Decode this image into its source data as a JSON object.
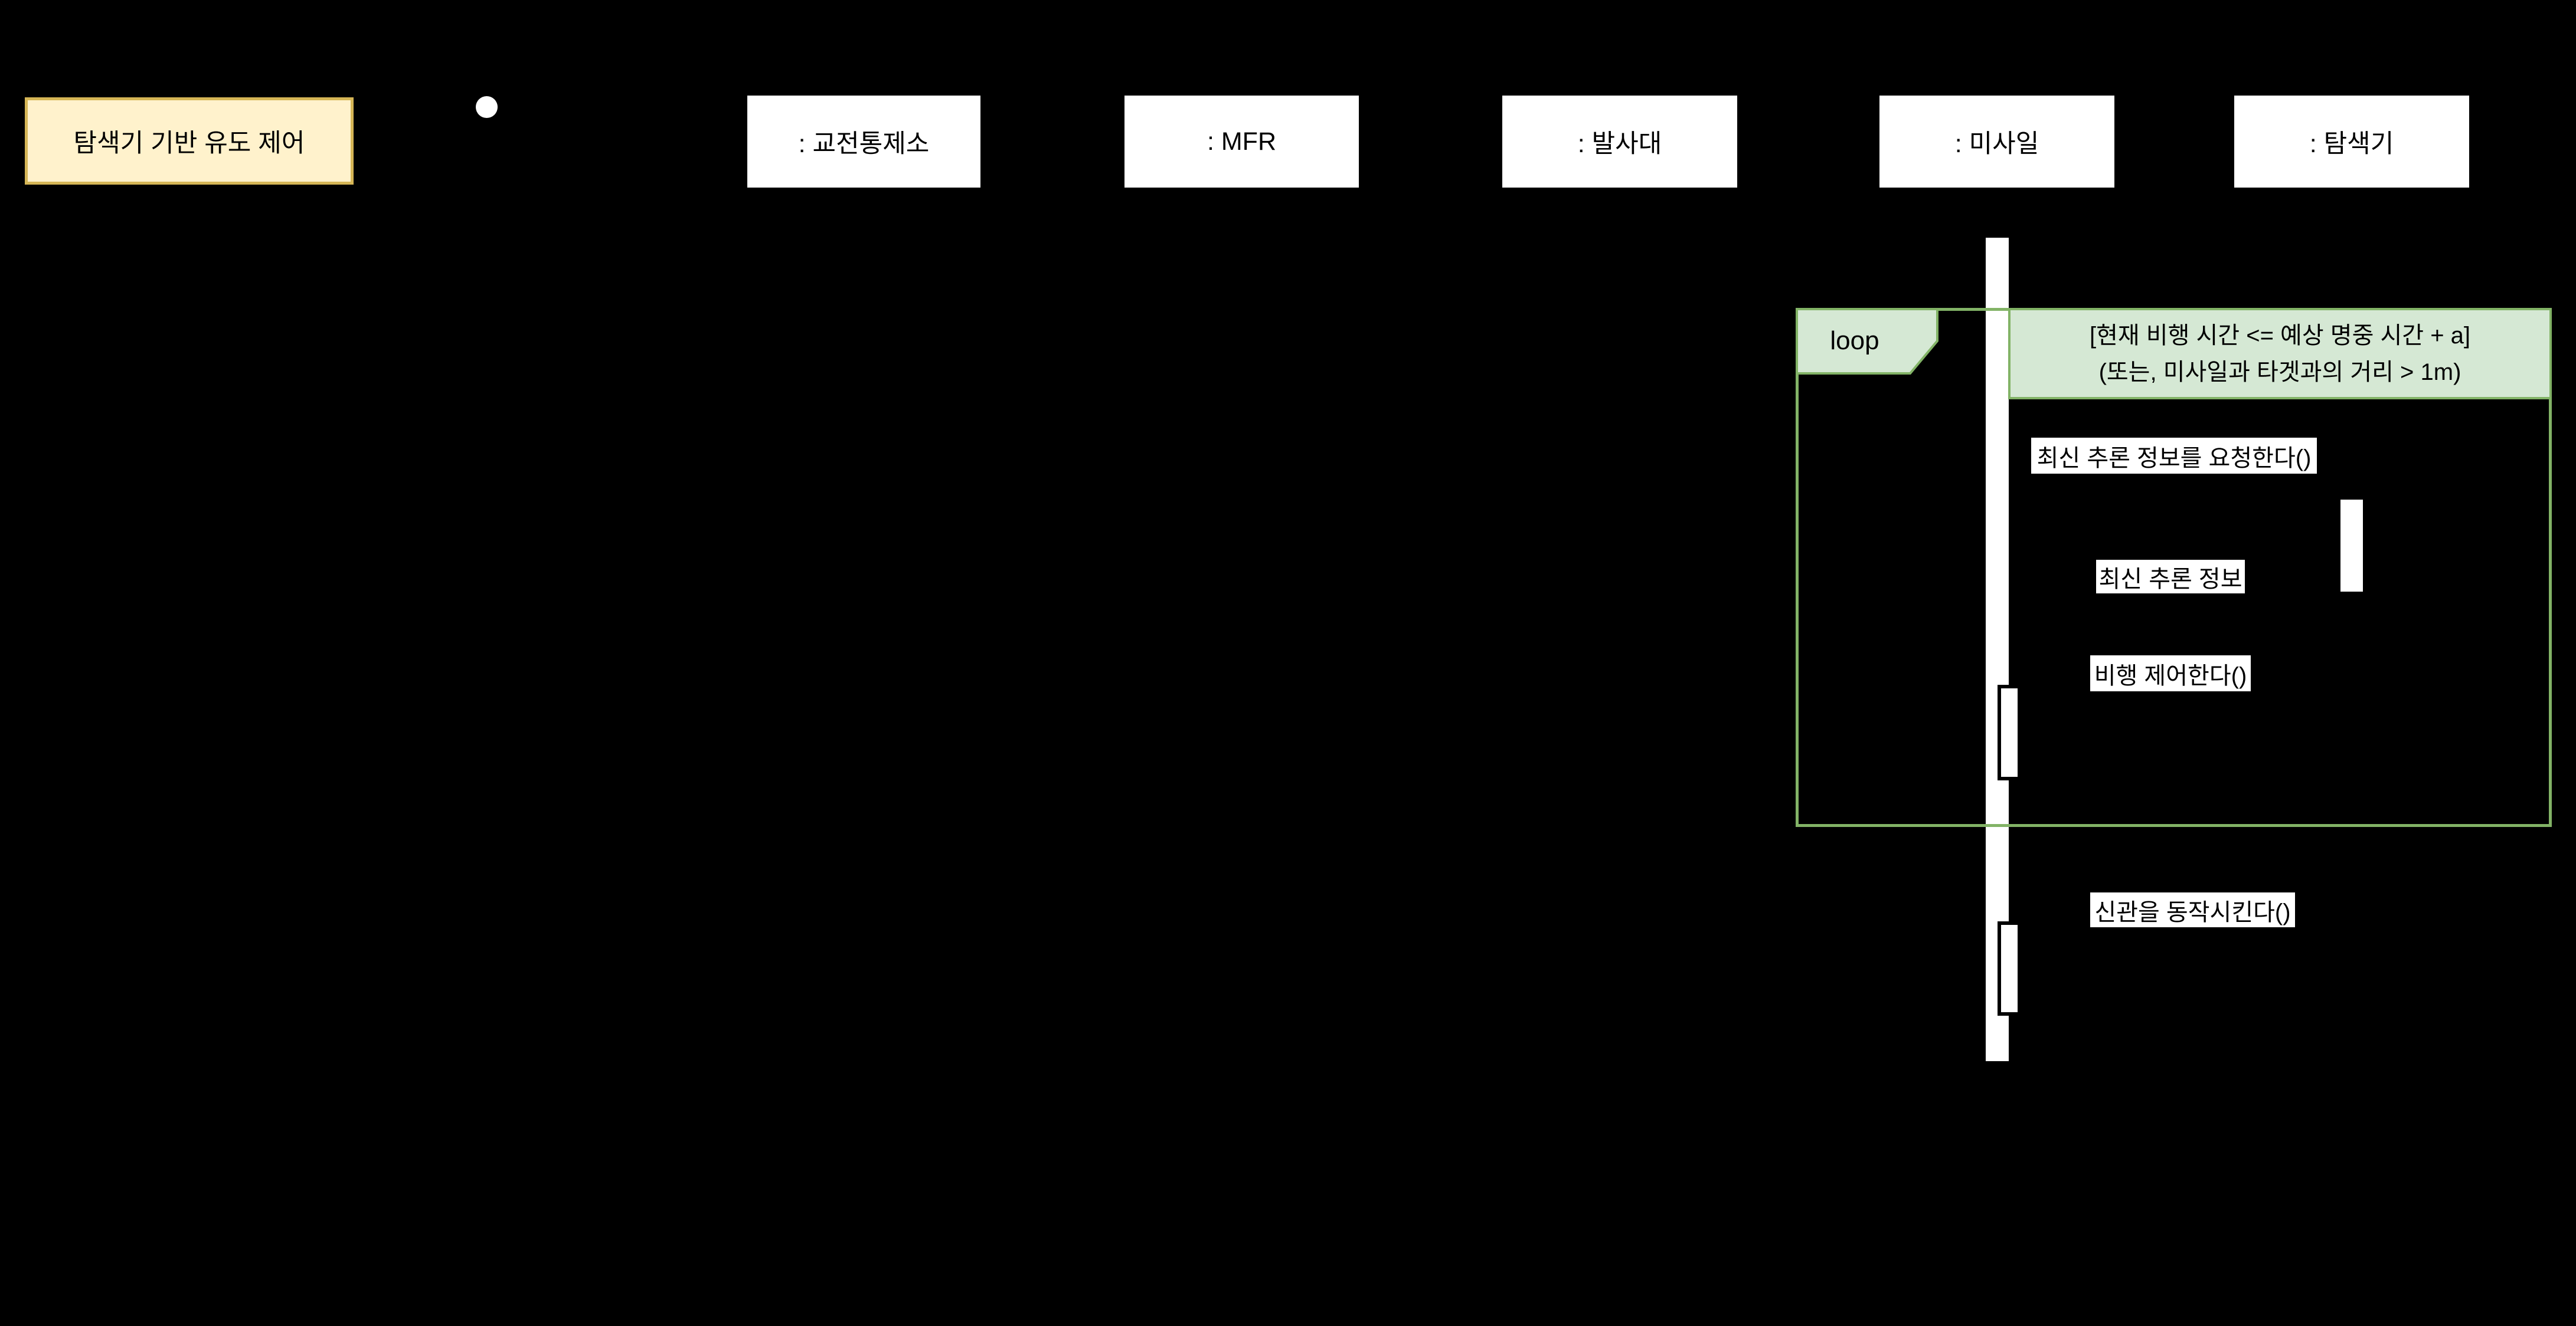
{
  "diagram": {
    "kind": "uml-sequence-diagram",
    "title_box": {
      "label": "탐색기 기반 유도 제어"
    },
    "lifelines": [
      {
        "label": ": 교전통제소"
      },
      {
        "label": ": MFR"
      },
      {
        "label": ": 발사대"
      },
      {
        "label": ": 미사일"
      },
      {
        "label": ": 탐색기"
      }
    ],
    "fragment": {
      "operator": "loop",
      "guard_line1": "[현재 비행 시간 <= 예상 명중 시간 + a]",
      "guard_line2": "(또는, 미사일과 타겟과의 거리 > 1m)"
    },
    "messages": [
      {
        "label": "최신 추론 정보를 요청한다()"
      },
      {
        "label": "최신 추론 정보"
      },
      {
        "label": "비행 제어한다()"
      },
      {
        "label": "신관을 동작시킨다()"
      }
    ],
    "colors": {
      "background": "#000000",
      "title_fill": "#FFF2CC",
      "title_border": "#D6B656",
      "fragment_fill": "#D5E8D4",
      "fragment_border": "#82B366",
      "node_fill": "#FFFFFF",
      "text": "#000000"
    }
  }
}
